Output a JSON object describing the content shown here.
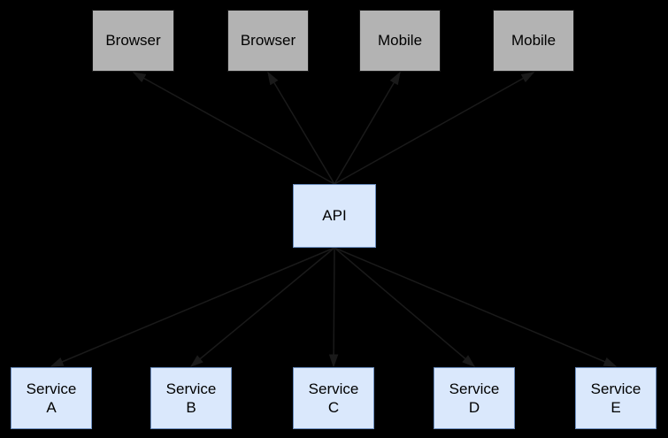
{
  "diagram": {
    "type": "architecture-diagram",
    "background_color": "#000000",
    "edge_color": "#1a1a1a",
    "nodes": {
      "clients": [
        {
          "id": "browser-1",
          "label": "Browser"
        },
        {
          "id": "browser-2",
          "label": "Browser"
        },
        {
          "id": "mobile-1",
          "label": "Mobile"
        },
        {
          "id": "mobile-2",
          "label": "Mobile"
        }
      ],
      "gateway": {
        "id": "api",
        "label": "API"
      },
      "services": [
        {
          "id": "service-a",
          "lines": [
            "Service",
            "A"
          ]
        },
        {
          "id": "service-b",
          "lines": [
            "Service",
            "B"
          ]
        },
        {
          "id": "service-c",
          "lines": [
            "Service",
            "C"
          ]
        },
        {
          "id": "service-d",
          "lines": [
            "Service",
            "D"
          ]
        },
        {
          "id": "service-e",
          "lines": [
            "Service",
            "E"
          ]
        }
      ]
    },
    "colors": {
      "client_fill": "#b3b3b3",
      "client_border": "#1a1a1a",
      "blue_fill": "#dae8fc",
      "blue_border": "#6c8ebf",
      "text": "#000000"
    },
    "edges": [
      {
        "from": "api",
        "to": "browser-1",
        "arrowhead": "at-target"
      },
      {
        "from": "api",
        "to": "browser-2",
        "arrowhead": "at-target"
      },
      {
        "from": "api",
        "to": "mobile-1",
        "arrowhead": "at-target"
      },
      {
        "from": "api",
        "to": "mobile-2",
        "arrowhead": "at-target"
      },
      {
        "from": "api",
        "to": "service-a",
        "arrowhead": "at-target"
      },
      {
        "from": "api",
        "to": "service-b",
        "arrowhead": "at-target"
      },
      {
        "from": "api",
        "to": "service-c",
        "arrowhead": "at-target"
      },
      {
        "from": "api",
        "to": "service-d",
        "arrowhead": "at-target"
      },
      {
        "from": "api",
        "to": "service-e",
        "arrowhead": "at-target"
      }
    ]
  }
}
